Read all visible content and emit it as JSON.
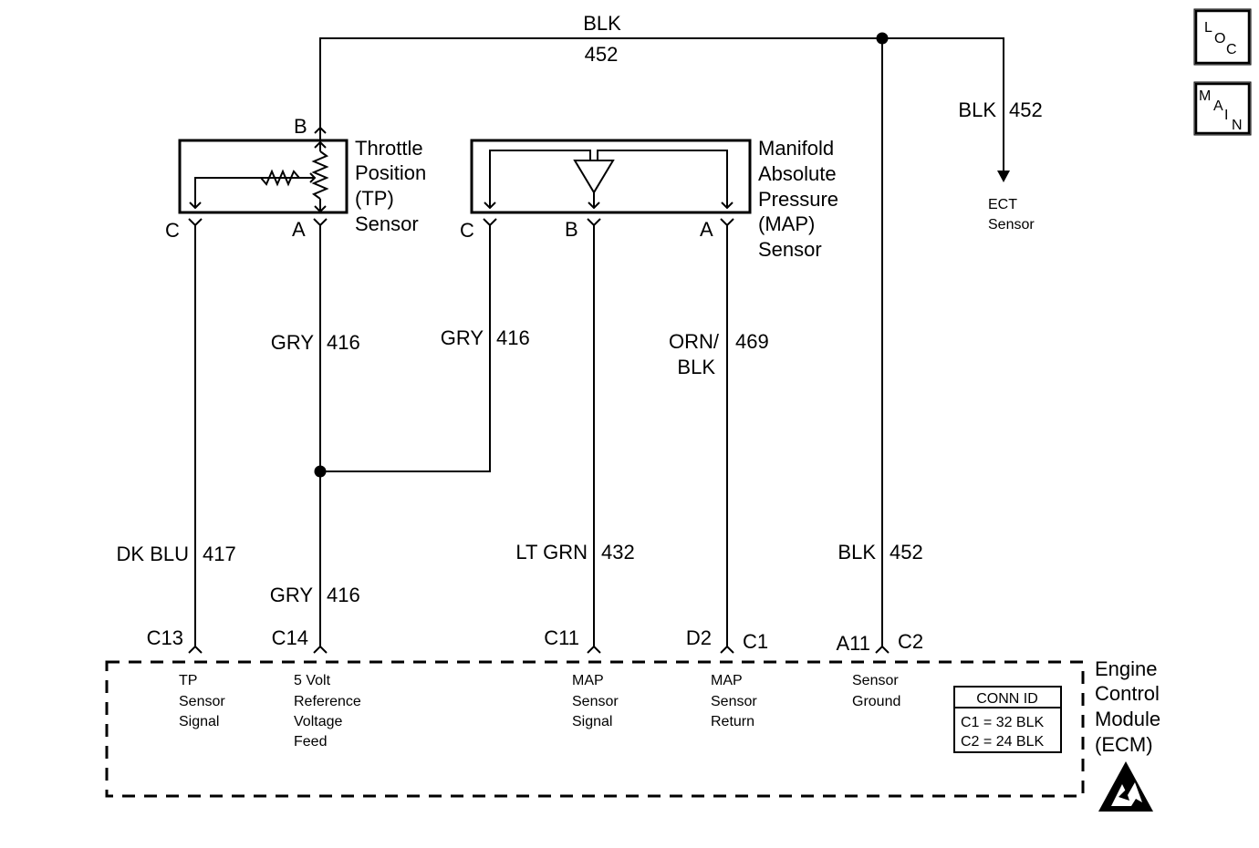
{
  "top_wire": {
    "color": "BLK",
    "circuit": "452"
  },
  "ect_wire": {
    "color": "BLK",
    "circuit": "452"
  },
  "ect": {
    "line1": "ECT",
    "line2": "Sensor"
  },
  "tp_sensor": {
    "title": [
      "Throttle",
      "Position",
      "(TP)",
      "Sensor"
    ],
    "pins": {
      "b": "B",
      "c": "C",
      "a": "A"
    }
  },
  "map_sensor": {
    "title": [
      "Manifold",
      "Absolute",
      "Pressure",
      "(MAP)",
      "Sensor"
    ],
    "pins": {
      "c": "C",
      "b": "B",
      "a": "A"
    }
  },
  "wires": {
    "tp_a": {
      "color": "GRY",
      "circuit": "416"
    },
    "map_c": {
      "color": "GRY",
      "circuit": "416"
    },
    "map_a": {
      "color1": "ORN/",
      "color2": "BLK",
      "circuit": "469"
    },
    "tp_c": {
      "color": "DK BLU",
      "circuit": "417"
    },
    "ref_low": {
      "color": "GRY",
      "circuit": "416"
    },
    "map_b": {
      "color": "LT GRN",
      "circuit": "432"
    },
    "gnd": {
      "color": "BLK",
      "circuit": "452"
    }
  },
  "ecm_pins": {
    "c13": "C13",
    "c14": "C14",
    "c11": "C11",
    "d2": "D2",
    "c1": "C1",
    "a11": "A11",
    "c2": "C2"
  },
  "ecm_functions": {
    "tp_signal": [
      "TP",
      "Sensor",
      "Signal"
    ],
    "ref_feed": [
      "5 Volt",
      "Reference",
      "Voltage",
      "Feed"
    ],
    "map_signal": [
      "MAP",
      "Sensor",
      "Signal"
    ],
    "map_return": [
      "MAP",
      "Sensor",
      "Return"
    ],
    "sensor_ground": [
      "Sensor",
      "Ground"
    ]
  },
  "ecm": {
    "title": [
      "Engine",
      "Control",
      "Module",
      "(ECM)"
    ]
  },
  "conn_id": {
    "header": "CONN ID",
    "c1": "C1 = 32 BLK",
    "c2": "C2 = 24 BLK"
  },
  "nav": {
    "loc": {
      "l": "L",
      "o": "O",
      "c": "C"
    },
    "main": {
      "m": "M",
      "a": "A",
      "i": "I",
      "n": "N"
    }
  },
  "icons": [
    "esd-warning-icon",
    "potentiometer-icon",
    "map-sensor-triangle-icon"
  ]
}
